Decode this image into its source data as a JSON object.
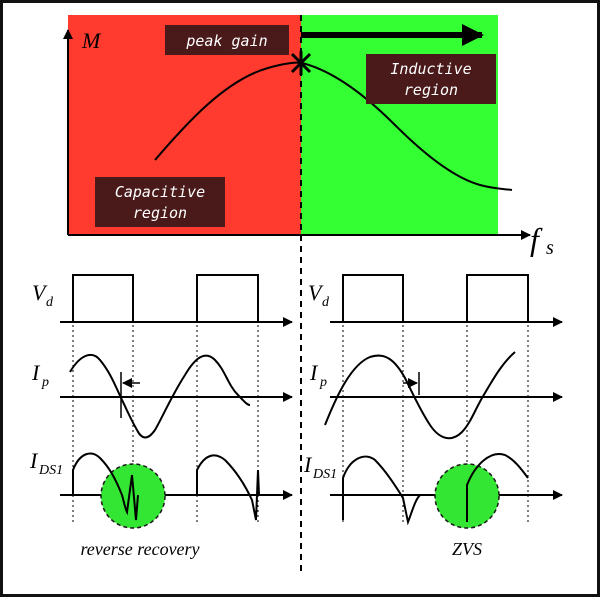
{
  "colors": {
    "capacitive_fill": "#ff3b30",
    "inductive_fill": "#33ff33",
    "label_box": "#4a1a1a",
    "curve": "#000000",
    "zvs_circle": "#33e633"
  },
  "top_plot": {
    "y_axis_label": "M",
    "x_axis_label": "f",
    "x_axis_subscript": "s",
    "peak_label": "peak gain",
    "inductive_label_line1": "Inductive",
    "inductive_label_line2": "region",
    "capacitive_label_line1": "Capacitive",
    "capacitive_label_line2": "region"
  },
  "left_waveforms": {
    "vd_label": "V",
    "vd_sub": "d",
    "ip_label": "I",
    "ip_sub": "p",
    "ids_label": "I",
    "ids_sub": "DS1",
    "caption": "reverse recovery"
  },
  "right_waveforms": {
    "vd_label": "V",
    "vd_sub": "d",
    "ip_label": "I",
    "ip_sub": "p",
    "ids_label": "I",
    "ids_sub": "DS1",
    "caption": "ZVS"
  }
}
